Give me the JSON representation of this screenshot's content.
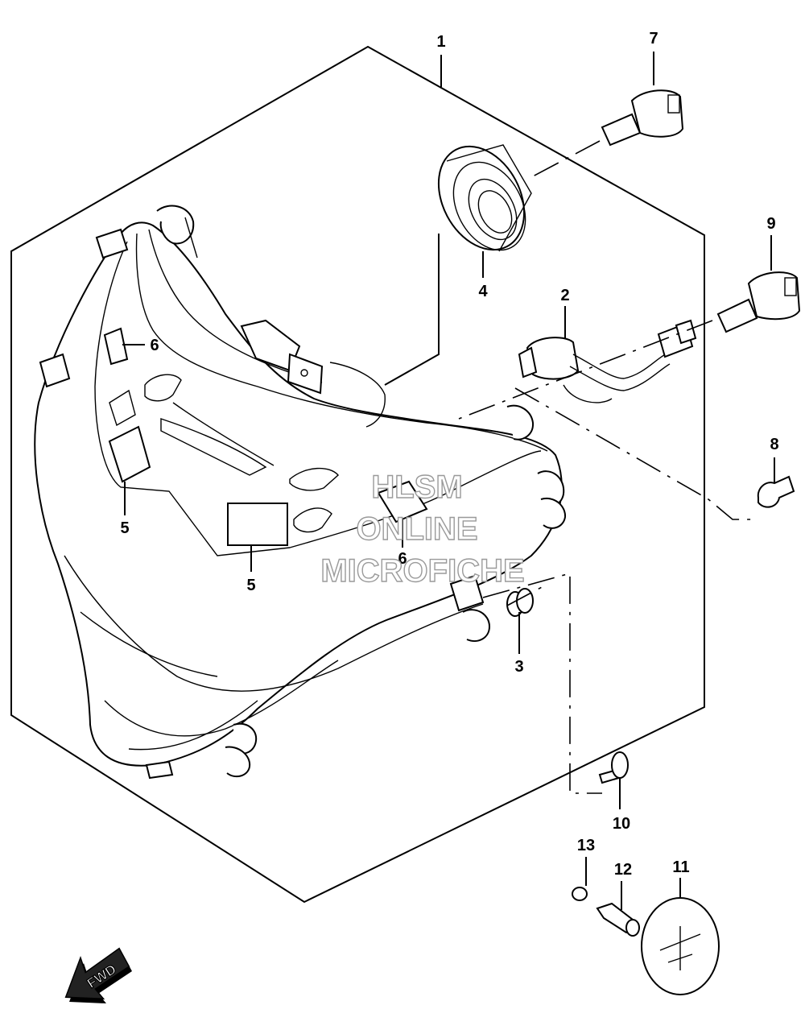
{
  "callouts": {
    "c1": "1",
    "c2": "2",
    "c3": "3",
    "c4": "4",
    "c5a": "5",
    "c5b": "5",
    "c6a": "6",
    "c6b": "6",
    "c7": "7",
    "c8": "8",
    "c9": "9",
    "c10": "10",
    "c11": "11",
    "c12": "12",
    "c13": "13"
  },
  "watermark": {
    "line1": "HLSM",
    "line2": "ONLINE",
    "line3": "MICROFICHE"
  },
  "direction": {
    "label": "FWD"
  }
}
